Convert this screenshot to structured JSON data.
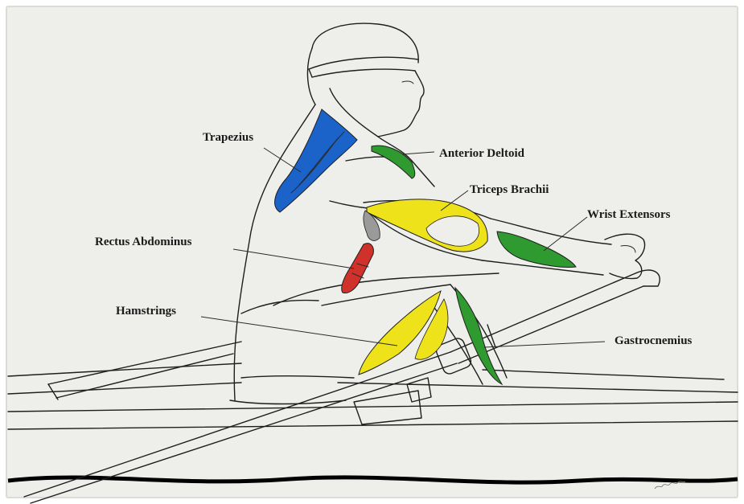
{
  "colors": {
    "paper": "#eeeeea",
    "blue": "#1b63c9",
    "green": "#2f9a2f",
    "yellow": "#eee21a",
    "red": "#d0312a",
    "ink": "#1e1e1e"
  },
  "labels": {
    "trapezius": "Trapezius",
    "anterior_deltoid": "Anterior Deltoid",
    "triceps_brachii": "Triceps Brachii",
    "wrist_extensors": "Wrist Extensors",
    "rectus_abdominus": "Rectus Abdominus",
    "hamstrings": "Hamstrings",
    "gastrocnemius": "Gastrocnemius"
  }
}
